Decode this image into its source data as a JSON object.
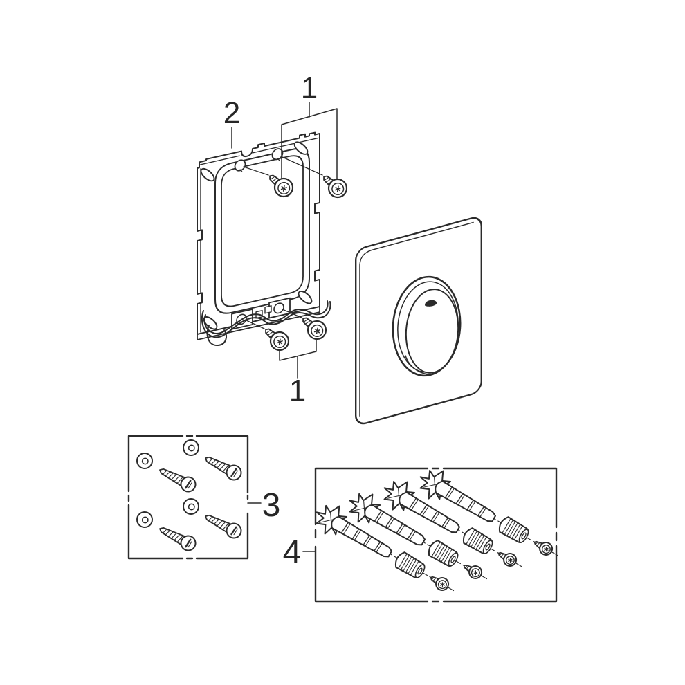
{
  "background": "#ffffff",
  "line_color": "#2b2b2b",
  "callouts": {
    "screws_top": "1",
    "mounting_plate": "2",
    "screws_bottom": "1",
    "screw_washer_set": "3",
    "anchor_set": "4"
  },
  "parts": {
    "mounting_plate": "wall-mounting-plate",
    "fixing_screws_top": "flange-screw-pair",
    "fixing_screws_bottom": "flange-screw-pair",
    "flush_plate": "actuation-plate-with-round-button",
    "button_emblem": "brand-emblem-mark",
    "screw_washer_set": "four-slotted-screws-with-four-washers",
    "anchor_set": "four-adjustable-anchor-assemblies"
  }
}
